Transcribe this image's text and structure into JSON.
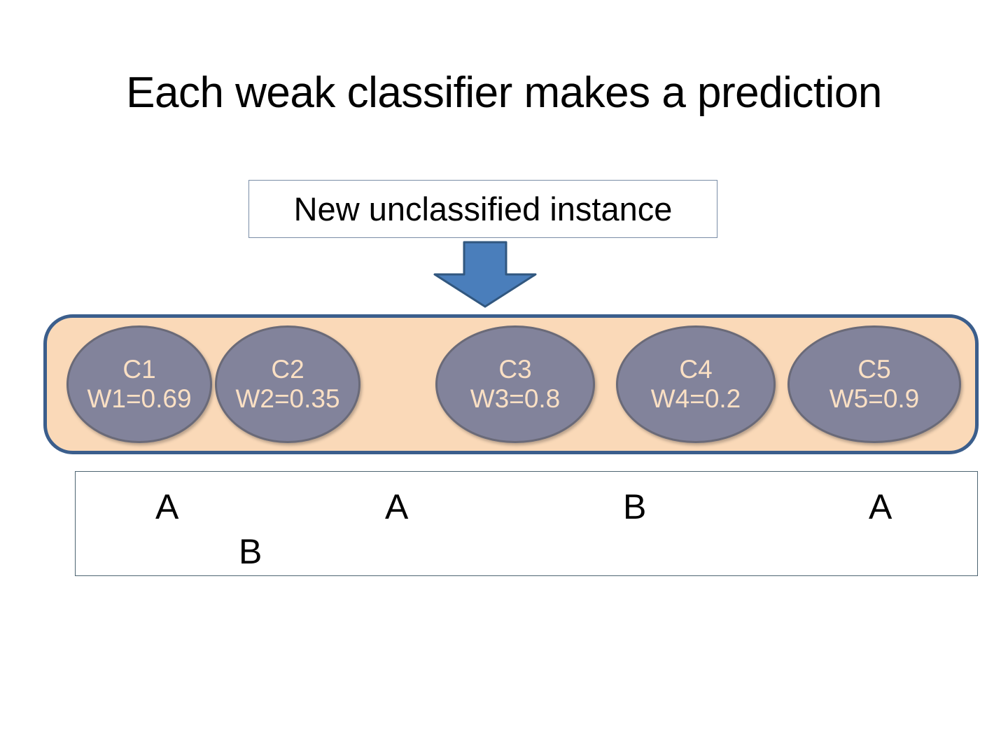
{
  "slide": {
    "title": "Each weak classifier makes a prediction",
    "background_color": "#FFFFFF"
  },
  "instance": {
    "label": "New unclassified instance",
    "border_color": "#7A8DA6"
  },
  "arrow": {
    "icon": "down-arrow-icon",
    "fill_color": "#4A7EBB",
    "stroke_color": "#31577F"
  },
  "classifier_band": {
    "fill_color": "#FAD9B8",
    "border_color": "#3B5E8C",
    "ellipse_fill": "#82839B",
    "ellipse_text_color": "#FBE0C4",
    "classifiers": [
      {
        "name": "C1",
        "weight_label": "W1=0.69",
        "weight": 0.69
      },
      {
        "name": "C2",
        "weight_label": "W2=0.35",
        "weight": 0.35
      },
      {
        "name": "C3",
        "weight_label": "W3=0.8",
        "weight": 0.8
      },
      {
        "name": "C4",
        "weight_label": "W4=0.2",
        "weight": 0.2
      },
      {
        "name": "C5",
        "weight_label": "W5=0.9",
        "weight": 0.9
      }
    ]
  },
  "predictions": {
    "border_color": "#4E6472",
    "row1": [
      "A",
      "A",
      "B",
      "A"
    ],
    "row2": [
      "B"
    ]
  }
}
